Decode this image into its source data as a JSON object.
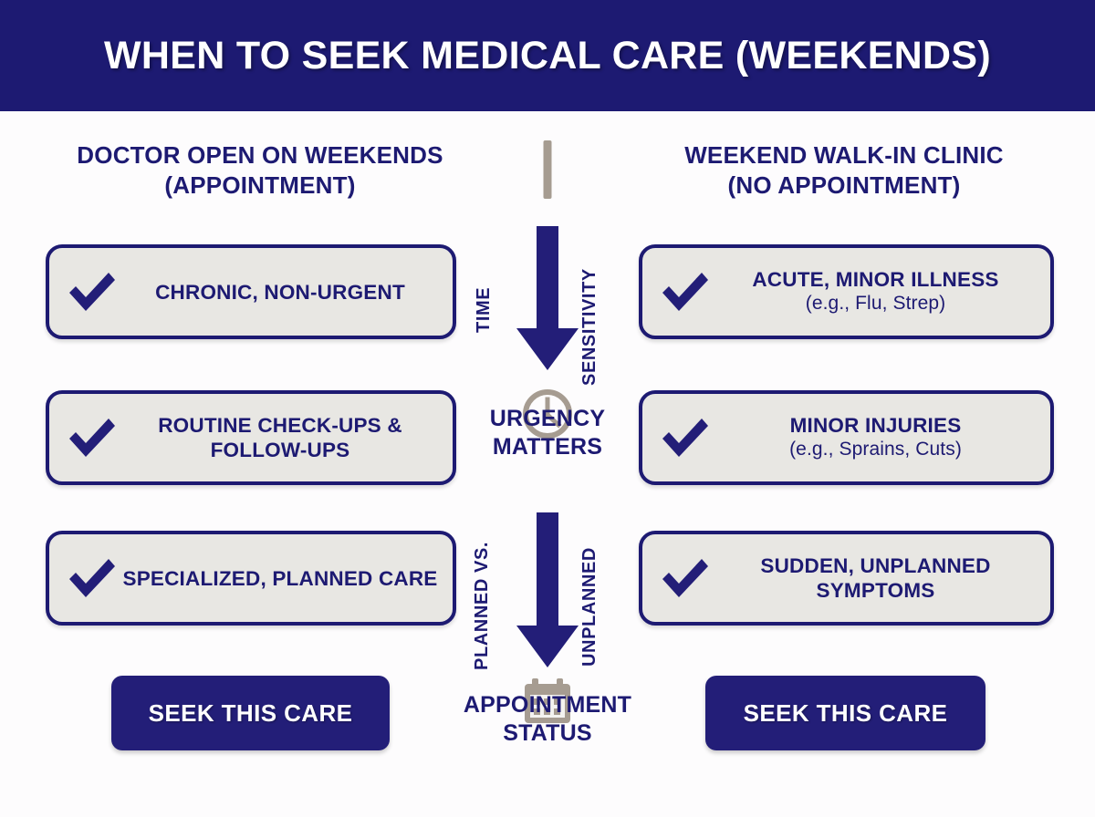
{
  "colors": {
    "navy": "#1d1a72",
    "navy_button": "#231e78",
    "card_bg": "#e8e7e3",
    "icon_gray": "#a69c91",
    "page_bg": "#fdfcfd",
    "white": "#ffffff"
  },
  "banner": {
    "title": "WHEN TO SEEK MEDICAL CARE (WEEKENDS)"
  },
  "left_column": {
    "heading_line1": "DOCTOR OPEN ON WEEKENDS",
    "heading_line2": "(APPOINTMENT)",
    "cards": [
      {
        "main": "CHRONIC, NON-URGENT",
        "sub": "",
        "icon": "check-icon"
      },
      {
        "main": "ROUTINE CHECK-UPS & FOLLOW-UPS",
        "sub": "",
        "icon": "check-icon"
      },
      {
        "main": "SPECIALIZED, PLANNED CARE",
        "sub": "",
        "icon": "check-icon"
      }
    ],
    "cta_label": "SEEK THIS CARE"
  },
  "right_column": {
    "heading_line1": "WEEKEND WALK-IN CLINIC",
    "heading_line2": "(NO APPOINTMENT)",
    "cards": [
      {
        "main": "ACUTE, MINOR ILLNESS",
        "sub": "(e.g., Flu, Strep)",
        "icon": "check-icon"
      },
      {
        "main": "MINOR INJURIES",
        "sub": "(e.g., Sprains, Cuts)",
        "icon": "check-icon"
      },
      {
        "main": "SUDDEN, UNPLANNED SYMPTOMS",
        "sub": "",
        "icon": "check-icon"
      }
    ],
    "cta_label": "SEEK THIS CARE"
  },
  "center_axis": {
    "segment_1": {
      "left_label": "TIME",
      "right_label": "SENSITIVITY",
      "icon": "clock-icon",
      "caption_line1": "URGENCY",
      "caption_line2": "MATTERS"
    },
    "segment_2": {
      "left_label": "PLANNED VS.",
      "right_label": "UNPLANNED",
      "icon": "calendar-icon",
      "caption_line1": "APPOINTMENT",
      "caption_line2": "STATUS"
    },
    "tick_icon": "vertical-line-icon",
    "arrow_icon": "arrow-down-icon"
  }
}
